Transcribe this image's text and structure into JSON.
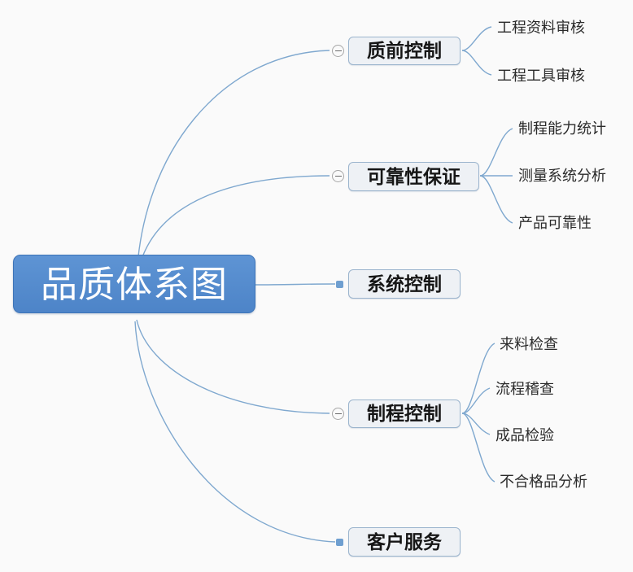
{
  "diagram": {
    "type": "mind-map",
    "background_color": "#fafafa",
    "edge_color": "#7fa8cf",
    "root": {
      "label": "品质体系图",
      "fill_color": "#5187ca",
      "text_color": "#ffffff"
    },
    "branch_style": {
      "fill_color": "#eef1f5",
      "border_color": "#9bb4cd",
      "text_color": "#161616"
    },
    "branches": [
      {
        "label": "质前控制",
        "marker": "collapse-minus-icon",
        "expanded": true,
        "children": [
          "工程资料审核",
          "工程工具审核"
        ]
      },
      {
        "label": "可靠性保证",
        "marker": "collapse-minus-icon",
        "expanded": true,
        "children": [
          "制程能力统计",
          "测量系统分析",
          "产品可靠性"
        ]
      },
      {
        "label": "系统控制",
        "marker": "leaf-dot-icon",
        "expanded": false,
        "children": []
      },
      {
        "label": "制程控制",
        "marker": "collapse-minus-icon",
        "expanded": true,
        "children": [
          "来料检查",
          "流程稽查",
          "成品检验",
          "不合格品分析"
        ]
      },
      {
        "label": "客户服务",
        "marker": "leaf-dot-icon",
        "expanded": false,
        "children": []
      }
    ]
  }
}
